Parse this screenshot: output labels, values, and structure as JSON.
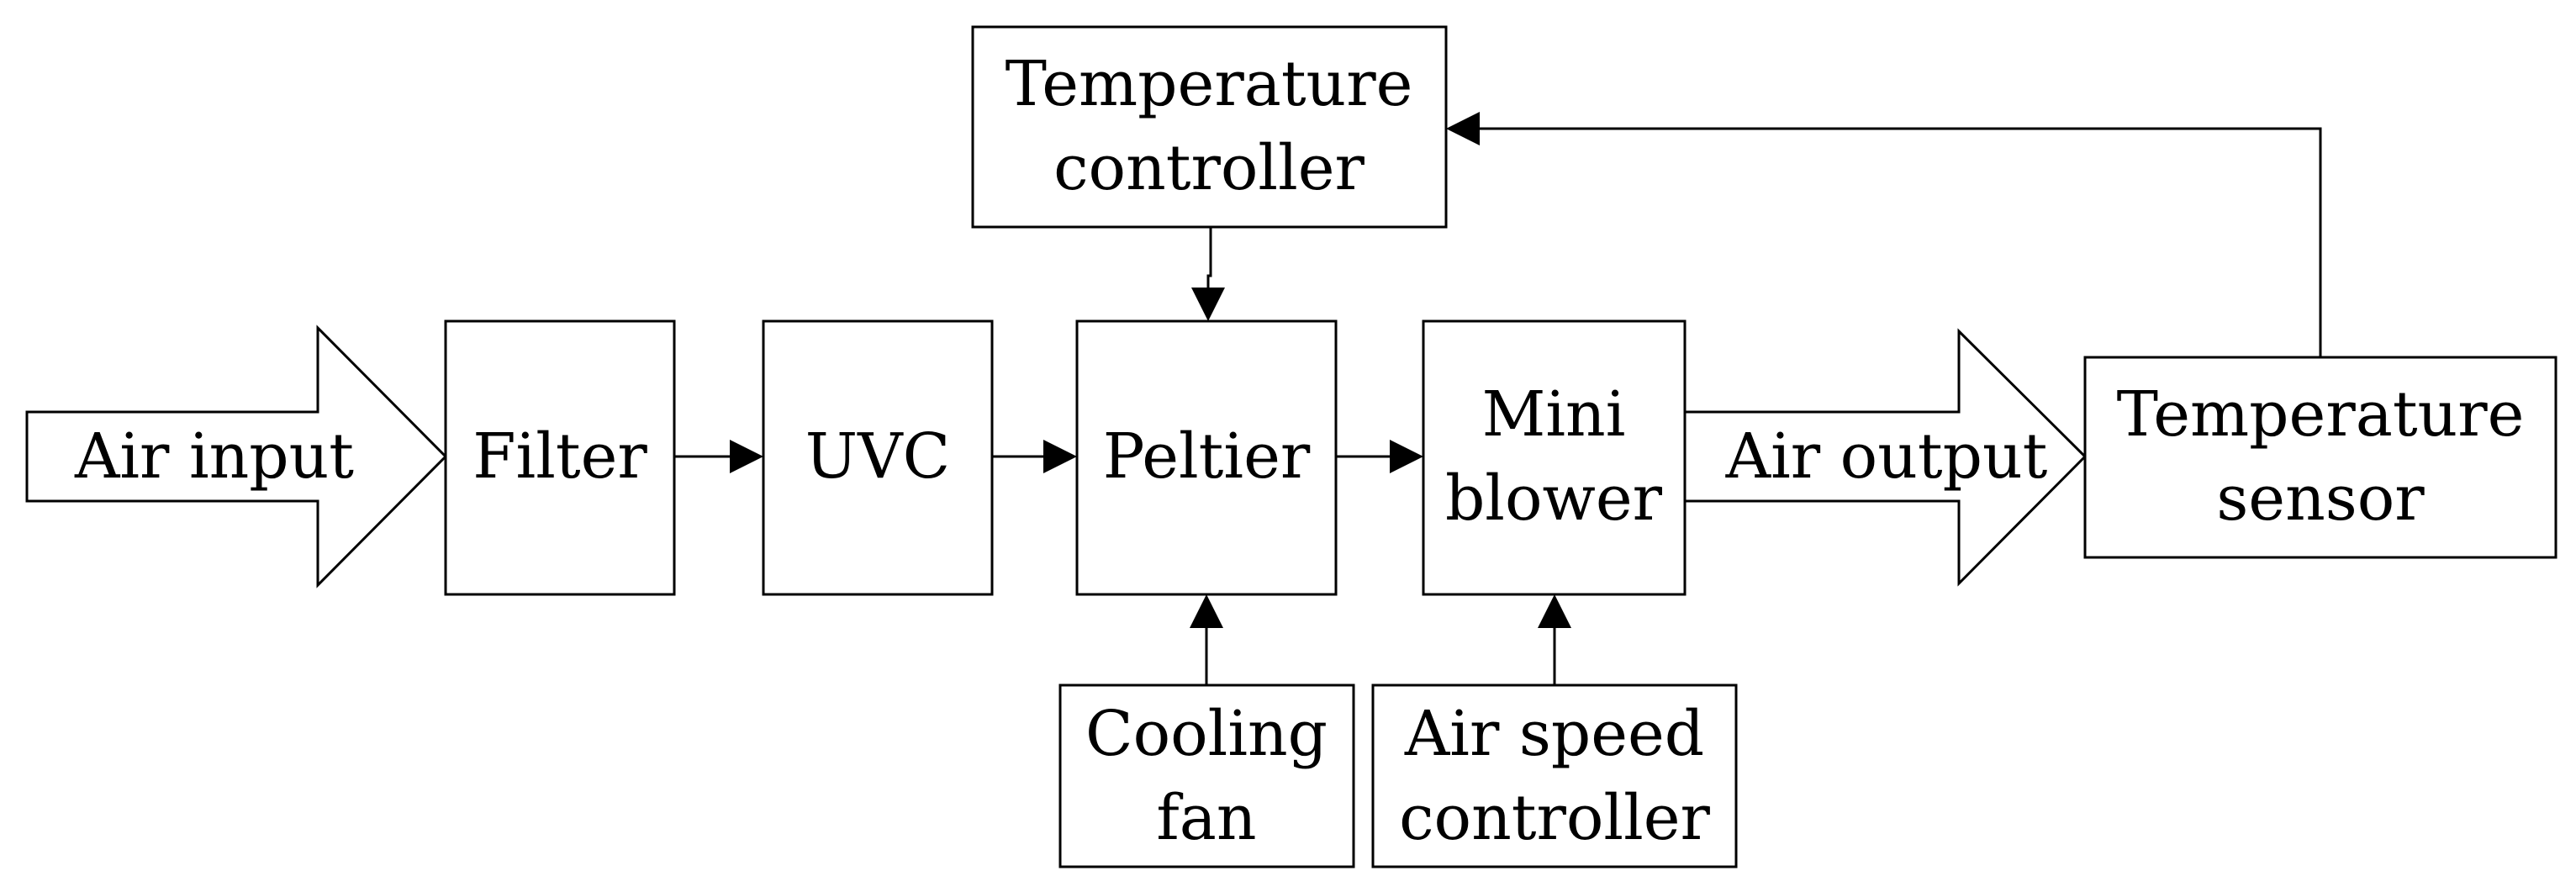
{
  "nodes": {
    "air_input": {
      "lines": [
        "Air input"
      ]
    },
    "filter": {
      "lines": [
        "Filter"
      ]
    },
    "uvc": {
      "lines": [
        "UVC"
      ]
    },
    "peltier": {
      "lines": [
        "Peltier"
      ]
    },
    "mini_blower": {
      "lines": [
        "Mini",
        "blower"
      ]
    },
    "air_output": {
      "lines": [
        "Air output"
      ]
    },
    "temperature_sensor": {
      "lines": [
        "Temperature",
        "sensor"
      ]
    },
    "temperature_controller": {
      "lines": [
        "Temperature",
        "controller"
      ]
    },
    "cooling_fan": {
      "lines": [
        "Cooling",
        "fan"
      ]
    },
    "air_speed_controller": {
      "lines": [
        "Air speed",
        "controller"
      ]
    }
  }
}
